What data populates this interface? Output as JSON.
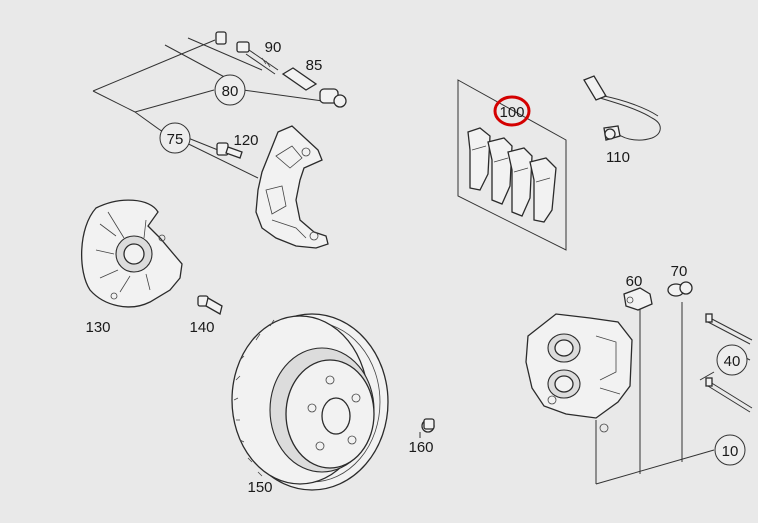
{
  "diagram": {
    "highlight_color": "#d40000",
    "background": "#e9e9e9",
    "highlighted_label": "100",
    "labels": {
      "p10": "10",
      "p40": "40",
      "p60": "60",
      "p70": "70",
      "p75": "75",
      "p80": "80",
      "p85": "85",
      "p90": "90",
      "p100": "100",
      "p110": "110",
      "p120": "120",
      "p130": "130",
      "p140": "140",
      "p150": "150",
      "p160": "160"
    }
  }
}
